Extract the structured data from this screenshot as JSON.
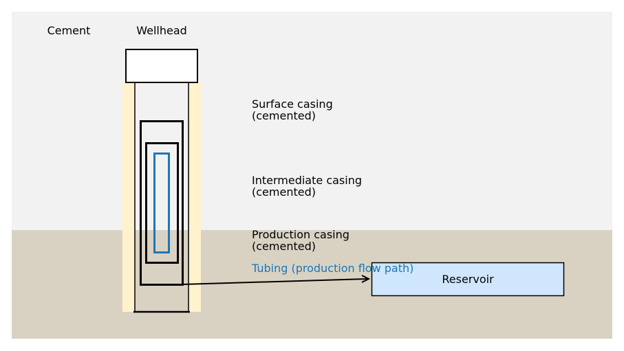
{
  "labels": {
    "cement": "Cement",
    "wellhead": "Wellhead",
    "surface_casing": [
      "Surface casing",
      "(cemented)"
    ],
    "intermediate_casing": [
      "Intermediate casing",
      "(cemented)"
    ],
    "production_casing": [
      "Production casing",
      "(cemented)"
    ],
    "tubing": "Tubing (production flow path)",
    "reservoir": "Reservoir"
  },
  "colors": {
    "surface_bg": "#f2f2f2",
    "ground": "#d9d2c3",
    "cement": "#fff2cc",
    "tubing": "#1f77b4",
    "reservoir_fill": "#d0e6fd",
    "wellhead_fill": "#ffffff"
  }
}
